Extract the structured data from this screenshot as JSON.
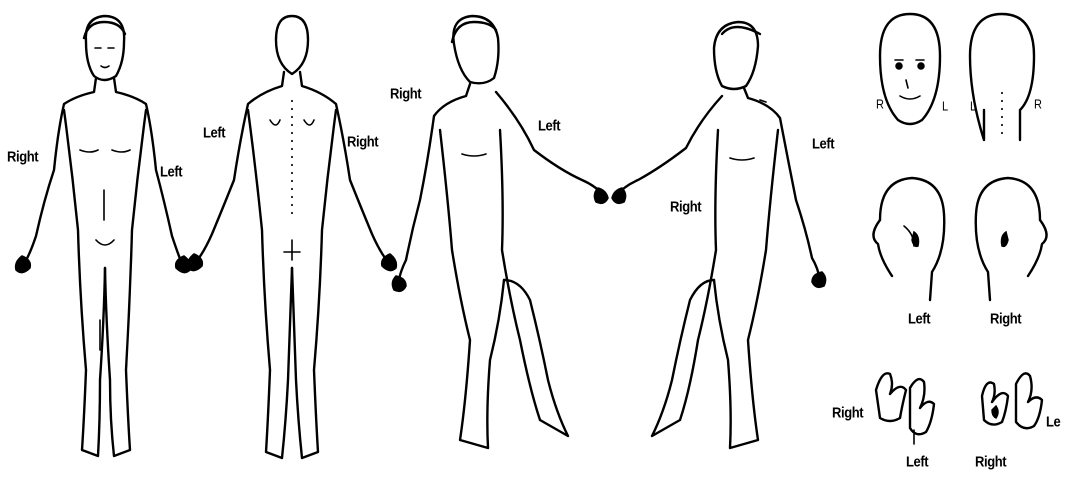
{
  "labels": {
    "front_right": "Right",
    "front_left": "Left",
    "back_left": "Left",
    "back_right": "Right",
    "side1_right": "Right",
    "side1_left": "Left",
    "side2_right": "Right",
    "side2_left": "Left",
    "face_front_r": "R",
    "face_front_l": "L",
    "face_back_l": "L",
    "face_back_r": "R",
    "head_side_left": "Left",
    "head_side_right": "Right",
    "hands_right_1": "Right",
    "hands_left_1": "Left",
    "hands_right_2": "Right",
    "hands_left_2": "Le"
  }
}
